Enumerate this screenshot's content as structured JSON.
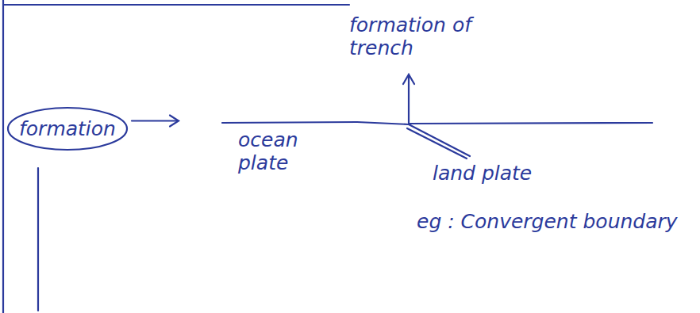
{
  "diagram": {
    "nodes": [
      {
        "text": [
          "formation"
        ]
      }
    ],
    "labels": [
      "formation of trench",
      "ocean plate",
      "land plate",
      "eg : Convergent boundary"
    ]
  }
}
